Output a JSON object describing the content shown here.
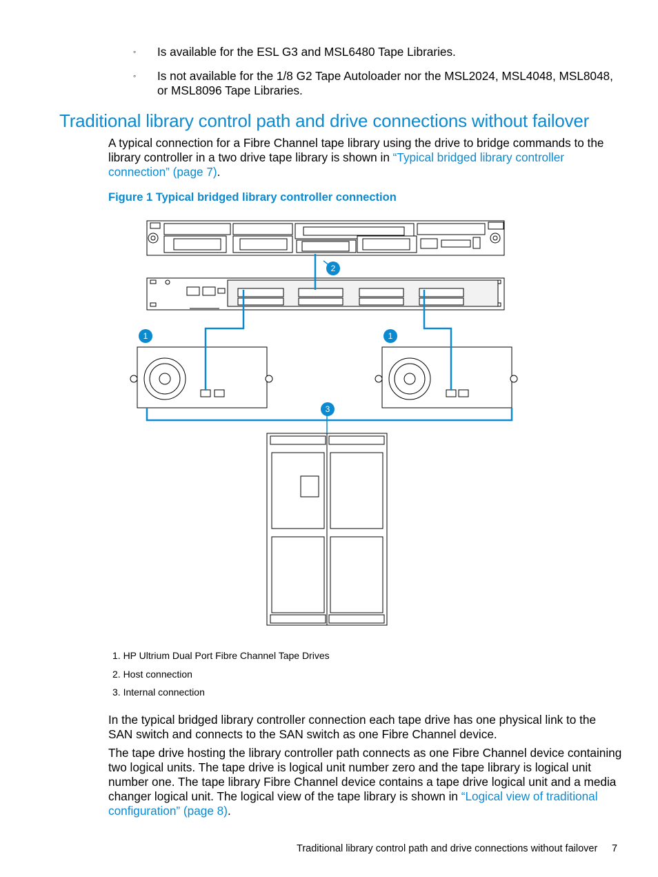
{
  "bullets": [
    {
      "mark": "◦",
      "text": "Is available for the ESL G3 and MSL6480 Tape Libraries."
    },
    {
      "mark": "◦",
      "line1": "Is not available for the 1/8 G2 Tape Autoloader nor the MSL2024, MSL4048, MSL8048,",
      "line2": "or MSL8096 Tape Libraries."
    }
  ],
  "section": {
    "title": "Traditional library control path and drive connections without failover",
    "intro_line1": "A typical connection for a Fibre Channel tape library using the drive to bridge commands to the",
    "intro_line2_pre": "library controller in a two drive tape library is shown in ",
    "intro_link_part1": "“Typical bridged library controller",
    "intro_link_part2": "connection” (page 7)",
    "intro_end": "."
  },
  "figure": {
    "caption": "Figure 1 Typical bridged library controller connection",
    "callouts": {
      "drive_left": "1",
      "drive_right": "1",
      "host": "2",
      "internal": "3"
    },
    "legend": [
      "1. HP Ultrium Dual Port Fibre Channel Tape Drives",
      "2. Host connection",
      "3. Internal connection"
    ]
  },
  "paragraphs": {
    "p1_line1": "In the typical bridged library controller connection each tape drive has one physical link to the",
    "p1_line2": "SAN switch and connects to the SAN switch as one Fibre Channel device.",
    "p2_line1": "The tape drive hosting the library controller path connects as one Fibre Channel device containing",
    "p2_line2": "two logical units. The tape drive is logical unit number zero and the tape library is logical unit",
    "p2_line3": "number one. The tape library Fibre Channel device contains a tape drive logical unit and a media",
    "p2_line4_pre": "changer logical unit. The logical view of the tape library is shown in ",
    "p2_link_part1": "“Logical view of traditional",
    "p2_link_part2": "configuration” (page 8)",
    "p2_end": "."
  },
  "footer": {
    "title": "Traditional library control path and drive connections without failover",
    "page": "7"
  },
  "colors": {
    "accent": "#0b8ad0",
    "text": "#000000"
  }
}
